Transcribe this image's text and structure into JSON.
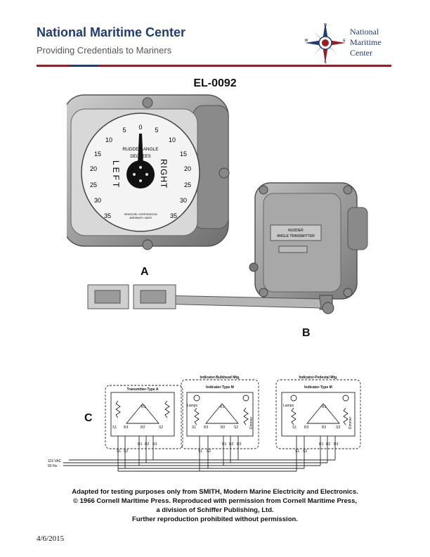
{
  "header": {
    "title": "National Maritime Center",
    "subtitle": "Providing Credentials to Mariners",
    "logo_lines": [
      "National",
      "Maritime",
      "Center"
    ],
    "compass_letters": [
      "N",
      "E",
      "S",
      "W"
    ]
  },
  "exam_code": "EL-0092",
  "figure": {
    "label_a": "A",
    "label_b": "B",
    "label_c": "C",
    "dial": {
      "numbers_top": [
        "10",
        "5",
        "0",
        "5",
        "10"
      ],
      "numbers_left": [
        "15",
        "20",
        "25",
        "30",
        "35"
      ],
      "numbers_right": [
        "15",
        "20",
        "25",
        "30",
        "35"
      ],
      "line1": "RUDDER ANGLE",
      "line2": "DEGREES",
      "left_word": "LEFT",
      "right_word": "RIGHT",
      "maker1": "HENSCHEL CORPORATION",
      "maker2": "AMESBURY, MASS"
    },
    "transmitter_plate": [
      "RUDDER",
      "ANGLE TRANSMITTER"
    ],
    "schematic": {
      "transmitter_title": "Transmitter-Type A",
      "bulkhead_title": "Indicator-Bulkhead Mtg.",
      "bulkhead_sub": "Indicator-Type M",
      "pedestal_title": "Indicator-Pedestal Mtg.",
      "pedestal_sub": "Indicator-Type M",
      "lamps": "Lamps",
      "dimmer": "Dimmer",
      "r1": "R1",
      "r2": "R2",
      "r3": "R3",
      "s1": "S1",
      "s2": "S2",
      "s3": "S3",
      "supply1": "115 VAC",
      "supply2": "60 Hz."
    }
  },
  "credit": {
    "line1": "Adapted for testing purposes only from SMITH, Modern Marine Electricity and Electronics.",
    "line2": "© 1966 Cornell Maritime Press. Reproduced with permission from Cornell Maritime Press,",
    "line3": "a division of Schiffer Publishing, Ltd.",
    "line4": "Further reproduction prohibited without permission."
  },
  "date": "4/6/2015",
  "colors": {
    "navy": "#1f3c78",
    "red": "#9b1c22"
  }
}
